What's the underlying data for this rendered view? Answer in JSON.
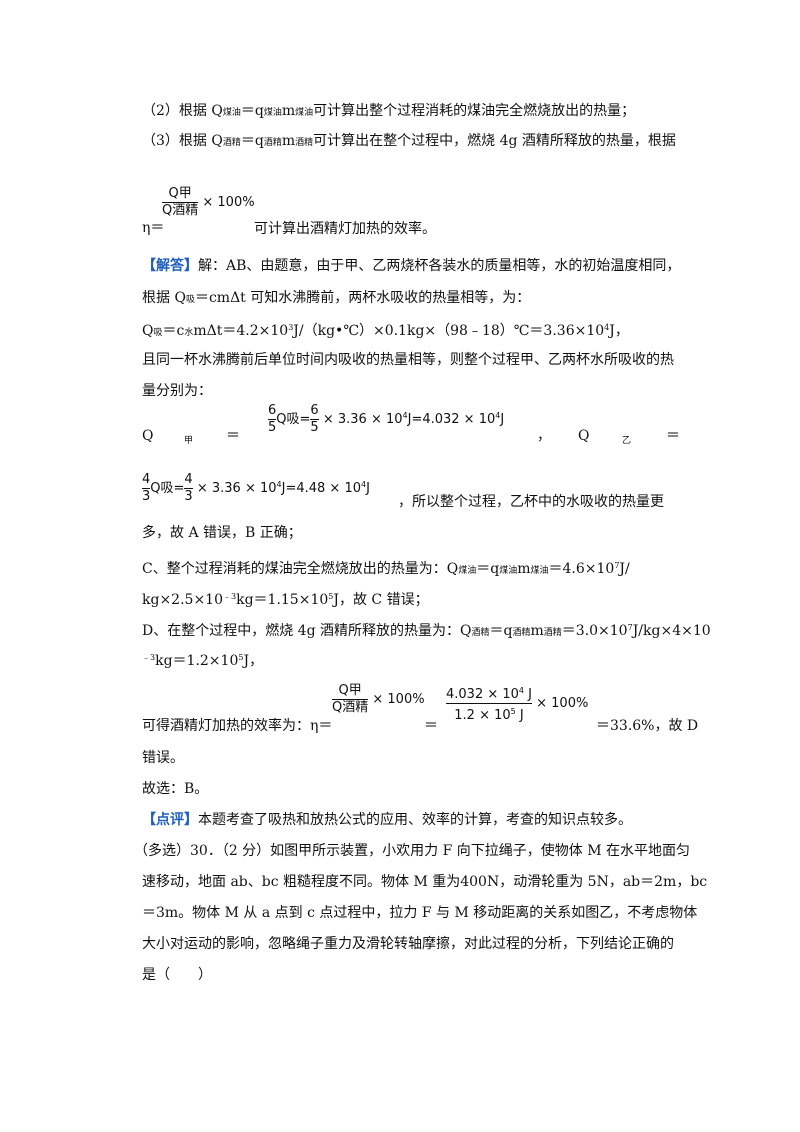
{
  "lines": {
    "l1": {
      "a": "（2）根据 Q",
      "s1": "煤油",
      "b": "＝q",
      "s2": "煤油",
      "c": "m",
      "s3": "煤油",
      "d": "可计算出整个过程消耗的煤油完全燃烧放出的热量；"
    },
    "l2": {
      "a": "（3）根据 Q",
      "s1": "酒精",
      "b": "＝q",
      "s2": "酒精",
      "c": "m",
      "s3": "酒精",
      "d": "可计算出在整个过程中，燃烧 4g 酒精所释放的热量，根据"
    },
    "eta1": {
      "eta": "η＝",
      "num": "Q甲",
      "den": "Q酒精",
      "tail": "× 100%",
      "after": "可计算出酒精灯加热的效率。"
    },
    "ans": {
      "tag": "【解答】",
      "text": "解：AB、由题意，由于甲、乙两烧杯各装水的质量相等，水的初始温度相同，"
    },
    "l4": {
      "a": "根据 Q",
      "s1": "吸",
      "b": "＝cmΔt 可知水沸腾前，两杯水吸收的热量相等，为："
    },
    "l5": {
      "a": "Q",
      "s1": "吸",
      "b": "＝c",
      "s2": "水",
      "c": "mΔt＝4.2×10",
      "p1": "3",
      "d": "J/（kg•℃）×0.1kg×（98﹣18）℃＝3.36×10",
      "p2": "4",
      "e": "J，"
    },
    "l6": "且同一杯水沸腾前后单位时间内吸收的热量相等，则整个过程甲、乙两杯水所吸收的热",
    "l7": "量分别为：",
    "q1": {
      "q": "Q",
      "s": "甲",
      "eq": "＝",
      "n1": "6",
      "d1": "5",
      "qx": "Q吸",
      "eq2": "=",
      "n2": "6",
      "d2": "5",
      "rest": "× 3.36 × 10",
      "p": "4",
      "rest2": "J=4.032 × 10",
      "p2": "4",
      "rest3": "J",
      "comma": "，",
      "q2": "Q",
      "s2": "乙",
      "eq3": "＝"
    },
    "q2": {
      "n1": "4",
      "d1": "3",
      "qx": "Q吸",
      "eq": "=",
      "n2": "4",
      "d2": "3",
      "rest": "× 3.36 × 10",
      "p": "4",
      "rest2": "J=4.48 × 10",
      "p2": "4",
      "rest3": "J",
      "after": "，所以整个过程，乙杯中的水吸收的热量更"
    },
    "l9": "多，故 A 错误，B 正确；",
    "l10": {
      "a": "C、整个过程消耗的煤油完全燃烧放出的热量为：Q",
      "s1": "煤油",
      "b": "＝q",
      "s2": "煤油",
      "c": "m",
      "s3": "煤油",
      "d": "＝4.6×10",
      "p1": "7",
      "e": "J/"
    },
    "l11": {
      "a": "kg×2.5×10",
      "p1": "﹣3",
      "b": "kg＝1.15×10",
      "p2": "5",
      "c": "J，故 C 错误；"
    },
    "l12": {
      "a": "D、在整个过程中，燃烧 4g 酒精所释放的热量为：Q",
      "s1": "酒精",
      "b": "＝q",
      "s2": "酒精",
      "c": "m",
      "s3": "酒精",
      "d": "＝3.0×10",
      "p1": "7",
      "e": "J/kg×4×10"
    },
    "l13": {
      "p1": "﹣3",
      "a": "kg＝1.2×10",
      "p2": "5",
      "b": "J，"
    },
    "eta2": {
      "pre": "可得酒精灯加热的效率为：η＝",
      "num": "Q甲",
      "den": "Q酒精",
      "tail": "× 100%",
      "eq": "＝",
      "num2a": "4.032 × 10",
      "num2p": "4",
      "num2b": " J",
      "den2a": "1.2 × 10",
      "den2p": "5",
      "den2b": " J",
      "tail2": "× 100%",
      "result": "＝33.6%，故 D"
    },
    "l15": "错误。",
    "l16": "故选：B。",
    "comment": {
      "tag": "【点评】",
      "text": "本题考查了吸热和放热公式的应用、效率的计算，考查的知识点较多。"
    },
    "q30": {
      "l1": "（多选）30．（2 分）如图甲所示装置，小欢用力 F 向下拉绳子，使物体 M 在水平地面匀",
      "l2": "速移动，地面 ab、bc 粗糙程度不同。物体 M 重为400N，动滑轮重为 5N，ab＝2m，bc",
      "l3": "＝3m。物体 M 从 a 点到 c 点过程中，拉力 F 与 M 移动距离的关系如图乙，不考虑物体",
      "l4": "大小对运动的影响，忽略绳子重力及滑轮转轴摩擦，对此过程的分析，下列结论正确的",
      "l5": "是（　　）"
    }
  }
}
